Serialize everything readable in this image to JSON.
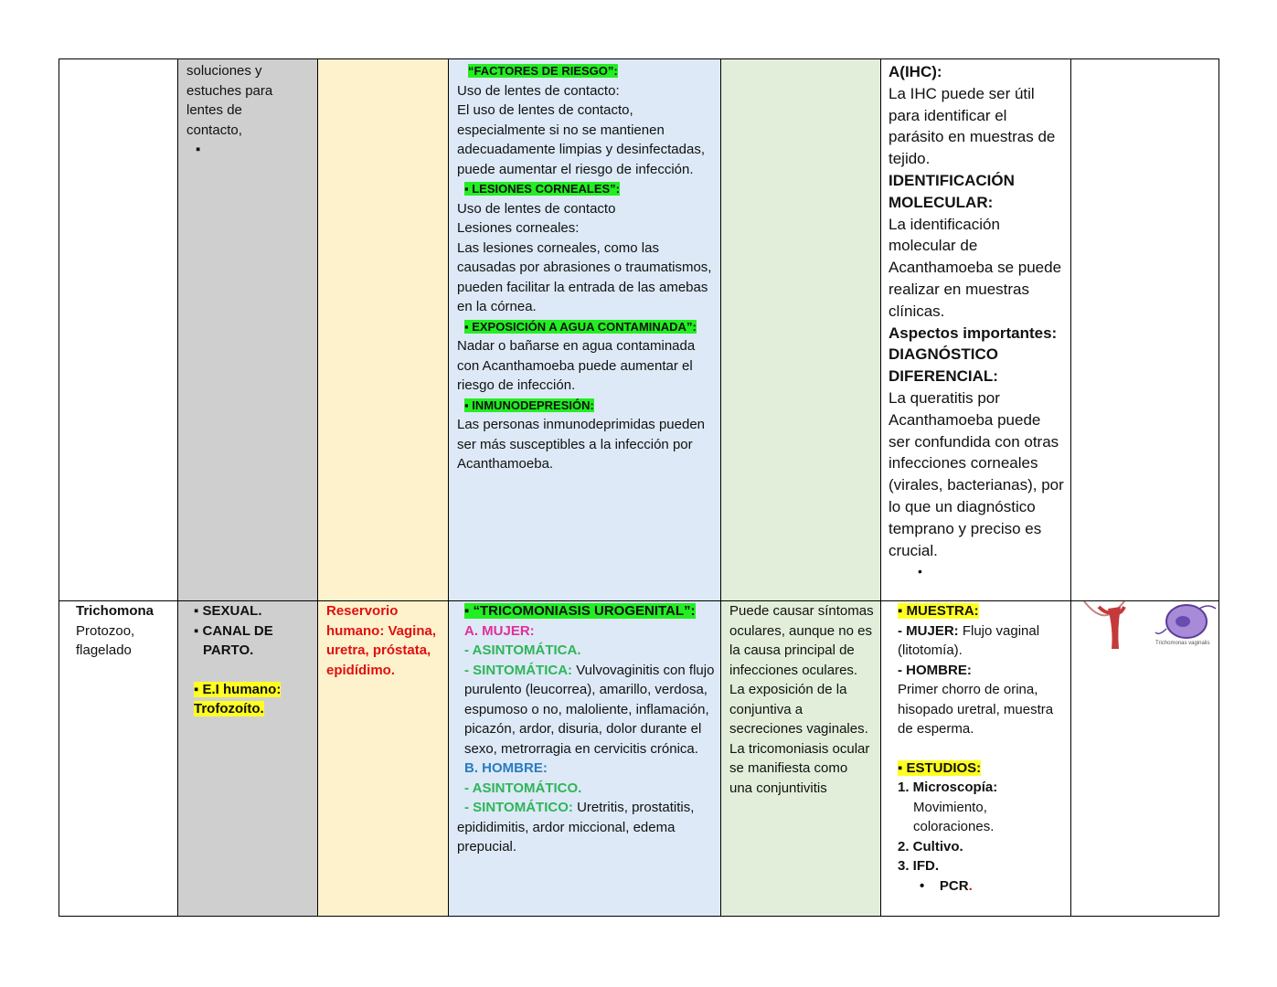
{
  "top_row": {
    "col2": {
      "text": "soluciones y estuches para lentes de contacto,",
      "bullet": "▪"
    },
    "col4": {
      "h1": "“FACTORES DE RIESGO”:",
      "t1a": "Uso de lentes de contacto:",
      "t1b": "El uso de lentes de contacto, especialmente si no se mantienen adecuadamente limpias y desinfectadas, puede aumentar el riesgo de infección.",
      "h2": "▪ LESIONES CORNEALES”:",
      "t2a": "Uso de lentes de contacto",
      "t2b": "Lesiones corneales:",
      "t2c": "Las lesiones corneales, como las causadas por abrasiones o traumatismos, pueden facilitar la entrada de las amebas en la córnea.",
      "h3": "▪ EXPOSICIÓN A AGUA CONTAMINADA”:",
      "t3": "Nadar o bañarse en agua contaminada con Acanthamoeba puede aumentar el riesgo de infección.",
      "h4": "▪ INMUNODEPRESIÓN:",
      "t4": "Las personas inmunodeprimidas pueden ser más susceptibles a la infección por Acanthamoeba."
    },
    "col6": {
      "h1": "A(IHC):",
      "t1": "La IHC puede ser útil para identificar el parásito en muestras de tejido.",
      "h2": "IDENTIFICACIÓN MOLECULAR:",
      "t2": "La identificación molecular de Acanthamoeba se puede realizar en muestras clínicas.",
      "h3": "Aspectos importantes:",
      "h4": "DIAGNÓSTICO DIFERENCIAL:",
      "t4": "La queratitis por Acanthamoeba puede ser confundida con otras infecciones corneales (virales, bacterianas), por lo que un diagnóstico temprano y preciso es crucial.",
      "bullet": "•"
    }
  },
  "bottom_row": {
    "col1": {
      "name": "Trichomona",
      "desc": "Protozoo, flagelado"
    },
    "col2": {
      "i1": "▪ SEXUAL.",
      "i2": "▪ CANAL DE PARTO.",
      "i3a": "▪ E.I humano:",
      "i3b": "Trofozoíto."
    },
    "col3": {
      "text": "Reservorio humano: Vagina, uretra, próstata, epidídimo."
    },
    "col4": {
      "h": "▪ “TRICOMONIASIS UROGENITAL”:",
      "a": "A. MUJER:",
      "a1": "- ASINTOMÁTICA.",
      "a2l": "- SINTOMÁTICA:",
      "a2": "Vulvovaginitis con flujo purulento (leucorrea), amarillo, verdosa, espumoso o no, maloliente, inflamación, picazón, ardor, disuria, dolor durante el sexo, metrorragia en cervicitis crónica.",
      "b": "B. HOMBRE:",
      "b1": "- ASINTOMÁTICO.",
      "b2l": "- SINTOMÁTICO:",
      "b2": "Uretritis, prostatitis, epididimitis, ardor miccional, edema prepucial."
    },
    "col5": {
      "text": "Puede causar síntomas oculares, aunque no es la causa principal de infecciones oculares. La exposición de la conjuntiva a secreciones vaginales. La tricomoniasis ocular se manifiesta como una conjuntivitis"
    },
    "col6": {
      "h1": "▪ MUESTRA:",
      "m1l": "- MUJER:",
      "m1": "Flujo vaginal (litotomía).",
      "m2l": "- HOMBRE:",
      "m2": "Primer chorro de orina, hisopado uretral, muestra de esperma.",
      "h2": "▪ ESTUDIOS:",
      "e1": "1. Microscopía:",
      "e1d": "Movimiento, coloraciones.",
      "e2": "2. Cultivo.",
      "e3": "3. IFD.",
      "e4": "PCR",
      "e4dot": "."
    },
    "col7": {
      "caption": "Trichomonas vaginalis"
    }
  },
  "colors": {
    "gray": "#d0cfd0",
    "yellow": "#fef2cc",
    "blue": "#dde9f6",
    "green": "#e2eed9",
    "highlight_green": "#22ee22",
    "highlight_yellow": "#ffff22"
  }
}
